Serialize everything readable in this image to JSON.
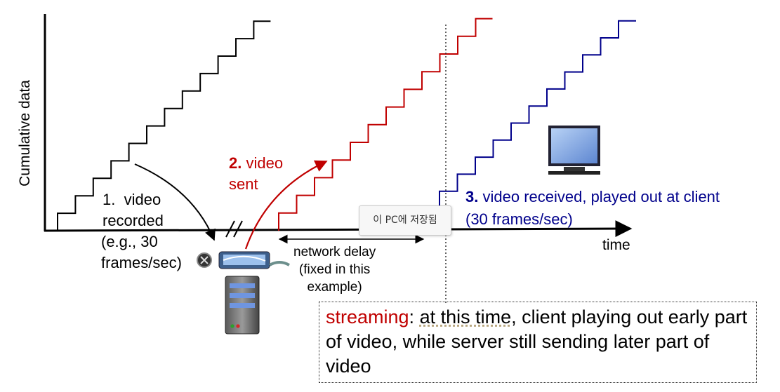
{
  "diagram": {
    "y_axis_label": "Cumulative data",
    "x_axis_label": "time",
    "steps": {
      "recorded": {
        "number": "1.",
        "text_lines": [
          "video",
          "recorded",
          "(e.g., 30",
          "frames/sec)"
        ]
      },
      "sent": {
        "number": "2.",
        "text_line1": "video",
        "text_line2": "sent"
      },
      "received": {
        "number": "3.",
        "text_line1": "video received, played out at client",
        "text_line2": "(30 frames/sec)"
      }
    },
    "network_delay": {
      "lines": [
        "network delay",
        "(fixed in this",
        "example)"
      ]
    },
    "tooltip": "이 PC에 저장됨",
    "callout": {
      "keyword": "streaming",
      "part1": ": ",
      "underlined": "at this time",
      "part2": ", client  playing out early part of video, while server still sending later part of video"
    },
    "colors": {
      "recorded_curve": "#000000",
      "sent_curve": "#c00000",
      "received_curve": "#00008b",
      "monitor_screen": "#7fa8e6"
    }
  }
}
